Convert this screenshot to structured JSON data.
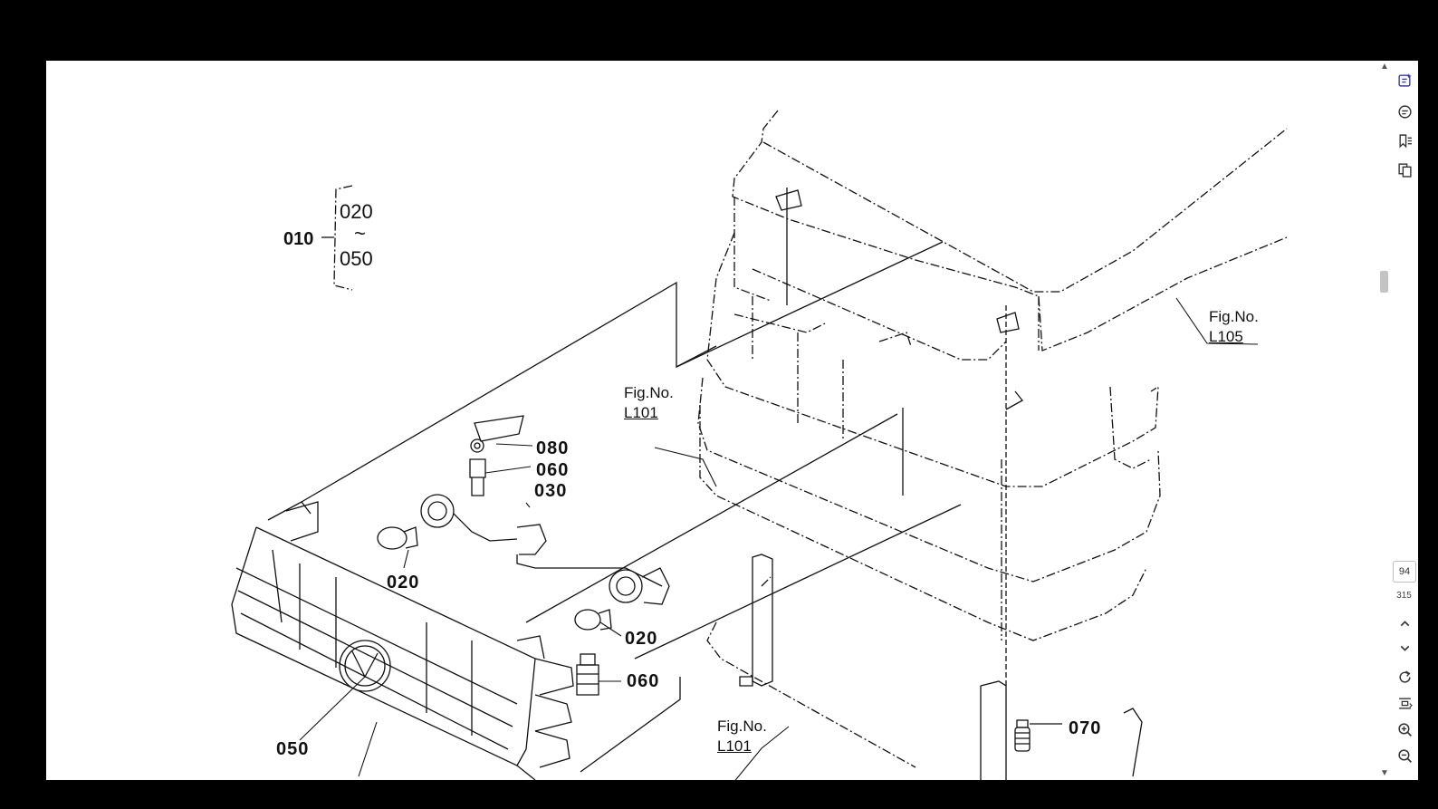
{
  "drawing": {
    "group": {
      "id": "010",
      "from": "020",
      "tilde": "~",
      "to": "050"
    },
    "parts": {
      "p080": "080",
      "p060a": "060",
      "p030": "030",
      "p020a": "020",
      "p020b": "020",
      "p060b": "060",
      "p050": "050",
      "p070": "070"
    },
    "figures": {
      "fig_l105": {
        "prefix": "Fig.No.",
        "code": "L105"
      },
      "fig_l101a": {
        "prefix": "Fig.No.",
        "code": "L101"
      },
      "fig_l101b": {
        "prefix": "Fig.No.",
        "code": "L101"
      }
    }
  },
  "pager": {
    "current_page": "94",
    "total_pages": "315"
  },
  "toolbar": {
    "icons": [
      "ai-assistant-icon",
      "annotation-icon",
      "bookmark-list-icon",
      "page-thumbnails-icon",
      "page-up-icon",
      "page-down-icon",
      "rotate-icon",
      "fit-page-icon",
      "zoom-in-icon",
      "zoom-out-icon"
    ]
  },
  "colors": {
    "frame": "#000000",
    "page": "#ffffff",
    "accent": "#3a3aa8"
  }
}
